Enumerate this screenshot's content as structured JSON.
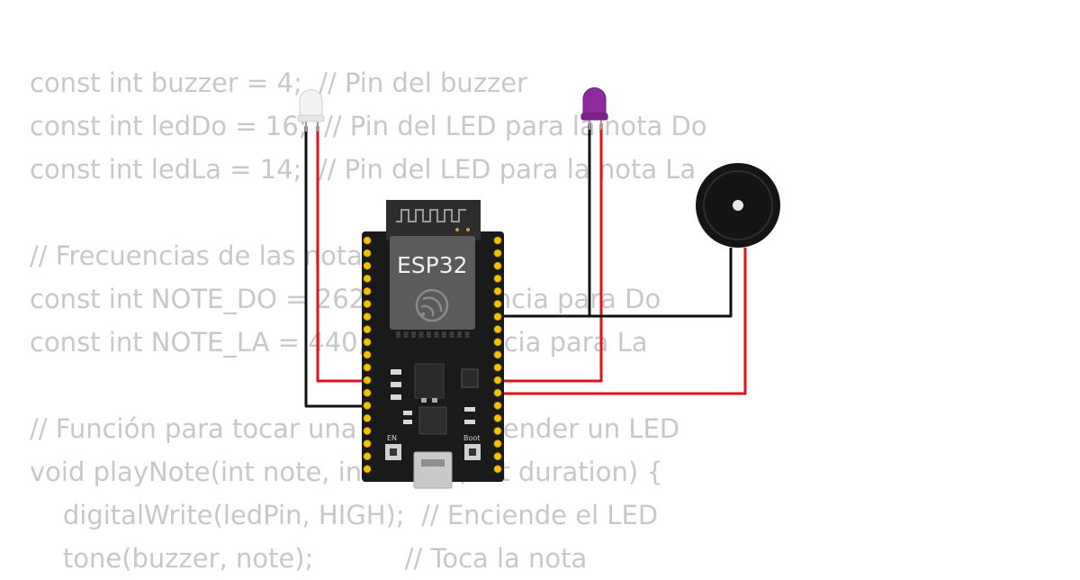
{
  "code": {
    "lines": [
      "const int buzzer = 4;  // Pin del buzzer",
      "const int ledDo = 16;  // Pin del LED para la nota Do",
      "const int ledLa = 14;  // Pin del LED para la nota La",
      "",
      "// Frecuencias de las notas",
      "const int NOTE_DO = 262; // Frecuencia para Do",
      "const int NOTE_LA = 440; // Frecuencia para La",
      "",
      "// Función para tocar una nota y encender un LED",
      "void playNote(int note, int ledPin, int duration) {",
      "    digitalWrite(ledPin, HIGH);  // Enciende el LED",
      "    tone(buzzer, note);           // Toca la nota"
    ]
  },
  "board": {
    "label": "ESP32",
    "button_en": "EN",
    "button_boot": "Boot"
  },
  "components": {
    "led_left_color": "#f2f2f2",
    "led_right_color": "#8e2a9e",
    "wire_red": "#e0131b",
    "wire_black": "#111111"
  }
}
